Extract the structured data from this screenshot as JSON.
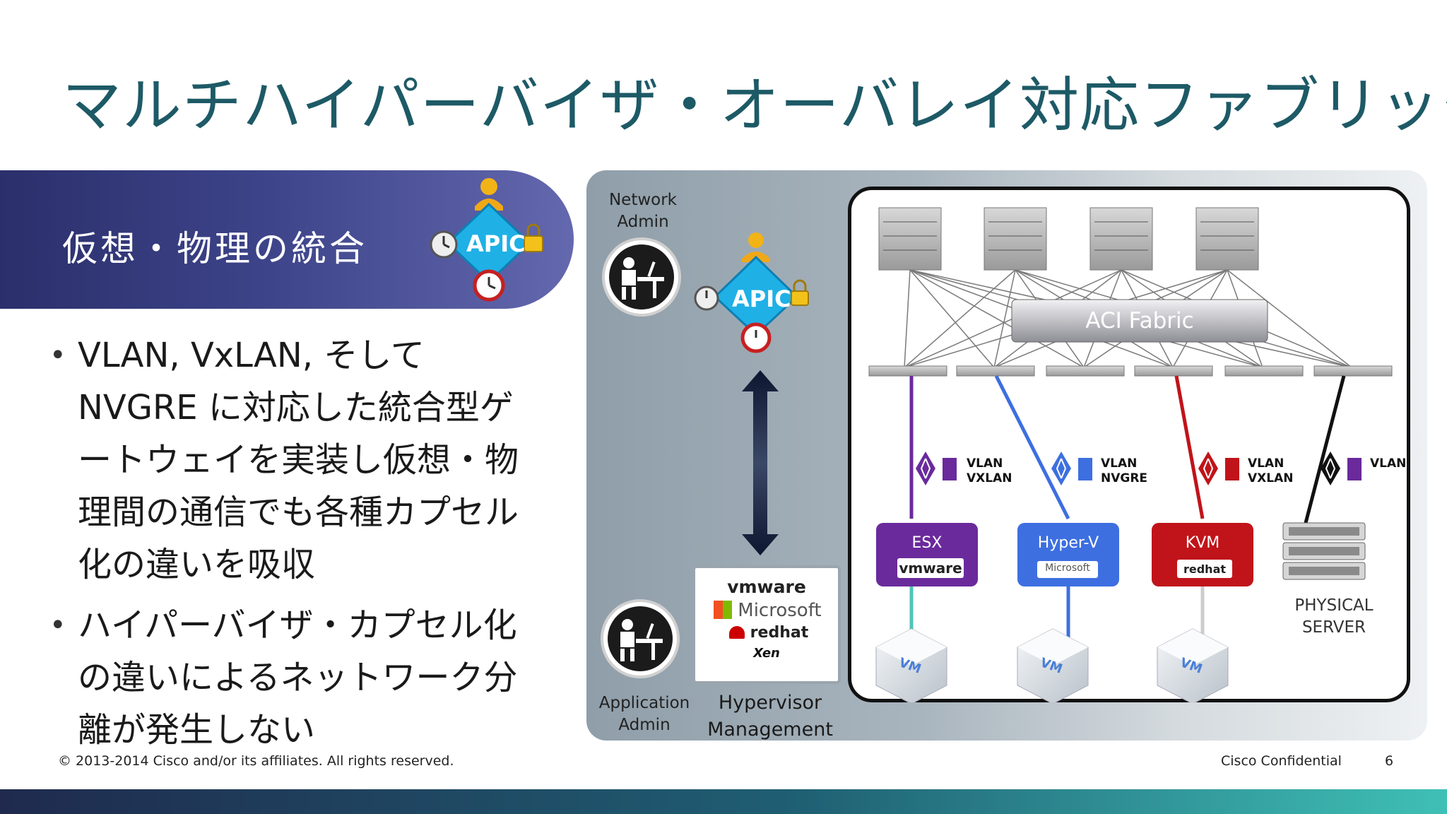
{
  "title": "マルチハイパーバイザ・オーバレイ対応ファブリック",
  "section_title": "仮想・物理の統合",
  "apic_label": "APIC",
  "bullets": [
    "VLAN, VxLAN, そして NVGRE に対応した統合型ゲートウェイを実装し仮想・物理間の通信でも各種カプセル化の違いを吸収",
    "ハイパーバイザ・カプセル化の違いによるネットワーク分離が発生しない"
  ],
  "diagram": {
    "network_admin": "Network\nAdmin",
    "application_admin": "Application\nAdmin",
    "hypervisor_management": "Hypervisor\nManagement",
    "hv_logos": [
      "vmware",
      "Microsoft",
      "redhat",
      "Xen"
    ],
    "fabric_label": "ACI Fabric",
    "vm_label": "VM",
    "hosts": [
      {
        "name": "ESX",
        "vendor": "vmware",
        "encap": "VLAN\nVXLAN",
        "color": "#6a2a9c",
        "link_color": "#6a2a9c",
        "vm_link": "#4fc3b8"
      },
      {
        "name": "Hyper-V",
        "vendor": "Microsoft",
        "encap": "VLAN\nNVGRE",
        "color": "#3d6fe0",
        "link_color": "#3d6fe0",
        "vm_link": "#3d6fe0"
      },
      {
        "name": "KVM",
        "vendor": "redhat",
        "encap": "VLAN\nVXLAN",
        "color": "#c0141a",
        "link_color": "#c0141a",
        "vm_link": "#cccccc"
      },
      {
        "name": "",
        "vendor": "",
        "encap": "VLAN",
        "color": "#111111",
        "link_color": "#111111",
        "vm_link": ""
      }
    ],
    "physical_server": "PHYSICAL\nSERVER"
  },
  "footer": {
    "copyright": "© 2013-2014 Cisco and/or its affiliates. All rights reserved.",
    "confidential": "Cisco Confidential",
    "page": "6"
  }
}
